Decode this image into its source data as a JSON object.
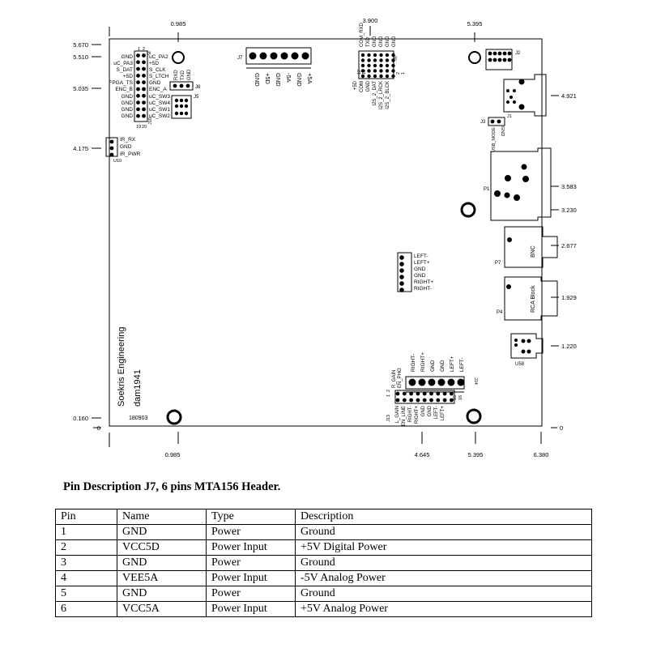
{
  "drawing": {
    "top_dims": [
      "0.985",
      "3.900",
      "5.395"
    ],
    "bottom_dims": [
      "0",
      "0.985",
      "4.645",
      "5.395",
      "6.380"
    ],
    "left_dims": [
      "5.670",
      "5.510",
      "5.035",
      "4.175",
      "0.160",
      "0"
    ],
    "right_dims": [
      "4.921",
      "3.583",
      "3.230",
      "2.677",
      "1.929",
      "1.220"
    ],
    "j7": {
      "ref": "J7",
      "pins": [
        "GND",
        "+5D",
        "GND",
        "-5A",
        "GND",
        "+5A"
      ]
    },
    "j9": {
      "ref": "J9",
      "left_pins": [
        "+5D",
        "COM",
        "GND",
        "I2S_2_DAT",
        "I2S_2_LRCK",
        "I2S_2_BLCK"
      ],
      "right_pins": [
        "COM_RXD",
        "TXD",
        "GND",
        "GND",
        "GND",
        "GND"
      ],
      "top_nums": [
        "12",
        "13"
      ],
      "end_nums": [
        "2",
        "1"
      ]
    },
    "j10": {
      "ref": "J10",
      "left_pins": [
        "GND",
        "uC_PA3",
        "S_DAT",
        "+5D",
        "FPGA_TS",
        "ENC_B",
        "GND",
        "GND",
        "GND",
        "GND"
      ],
      "right_pins": [
        "uC_PA2",
        "+5D",
        "S_CLK",
        "S_LTCH",
        "GND",
        "ENC_A",
        "uC_SW3",
        "uC_SW4",
        "uC_SW1",
        "uC_SW2"
      ],
      "top_nums": [
        "1",
        "2"
      ],
      "bottom_nums": [
        "19",
        "20"
      ]
    },
    "j8": {
      "ref": "J8",
      "pins": [
        "RXD",
        "TXD",
        "GND"
      ]
    },
    "j5": {
      "ref": "J5"
    },
    "j2": {
      "ref": "J2"
    },
    "j1": {
      "ref": "J1"
    },
    "j3": {
      "ref": "J3",
      "label": "USB_MODE",
      "pin_label": "GND"
    },
    "u10": {
      "ref": "U10",
      "pins": [
        "IR_RX",
        "GND",
        "IR_PWR"
      ]
    },
    "p1": {
      "ref": "P1"
    },
    "p7": {
      "ref": "P7",
      "label": "BNC"
    },
    "p4": {
      "ref": "P4",
      "label": "RCA Block"
    },
    "u58": {
      "ref": "U58"
    },
    "audio_pins": [
      "LEFT-",
      "LEFT+",
      "GND",
      "GND",
      "RIGHT+",
      "RIGHT-"
    ],
    "j14": {
      "ref": "J14",
      "pins": [
        "RIGHT-",
        "RIGHT+",
        "GND",
        "GND",
        "LEFT+",
        "LEFT-"
      ]
    },
    "j13": {
      "ref": "J13",
      "top_pins": [
        "R_GAIN",
        "EN_PHO"
      ],
      "bottom_pins": [
        "L_GAIN",
        "EN_LINE",
        "RIGHT-",
        "RIGHT+",
        "GND",
        "GND",
        "LEFT-",
        "LEFT+"
      ],
      "nums_left": [
        "1",
        "2"
      ],
      "nums_right": [
        "15",
        "16"
      ]
    },
    "company": "Soekris Engineering",
    "model": "dam1941",
    "date_code": "180903"
  },
  "heading": "Pin Description J7, 6 pins MTA156 Header.",
  "table": {
    "headers": [
      "Pin",
      "Name",
      "Type",
      "Description"
    ],
    "rows": [
      [
        "1",
        "GND",
        "Power",
        "Ground"
      ],
      [
        "2",
        "VCC5D",
        "Power Input",
        "+5V Digital Power"
      ],
      [
        "3",
        "GND",
        "Power",
        "Ground"
      ],
      [
        "4",
        "VEE5A",
        "Power Input",
        "-5V Analog Power"
      ],
      [
        "5",
        "GND",
        "Power",
        "Ground"
      ],
      [
        "6",
        "VCC5A",
        "Power Input",
        "+5V Analog Power"
      ]
    ]
  }
}
